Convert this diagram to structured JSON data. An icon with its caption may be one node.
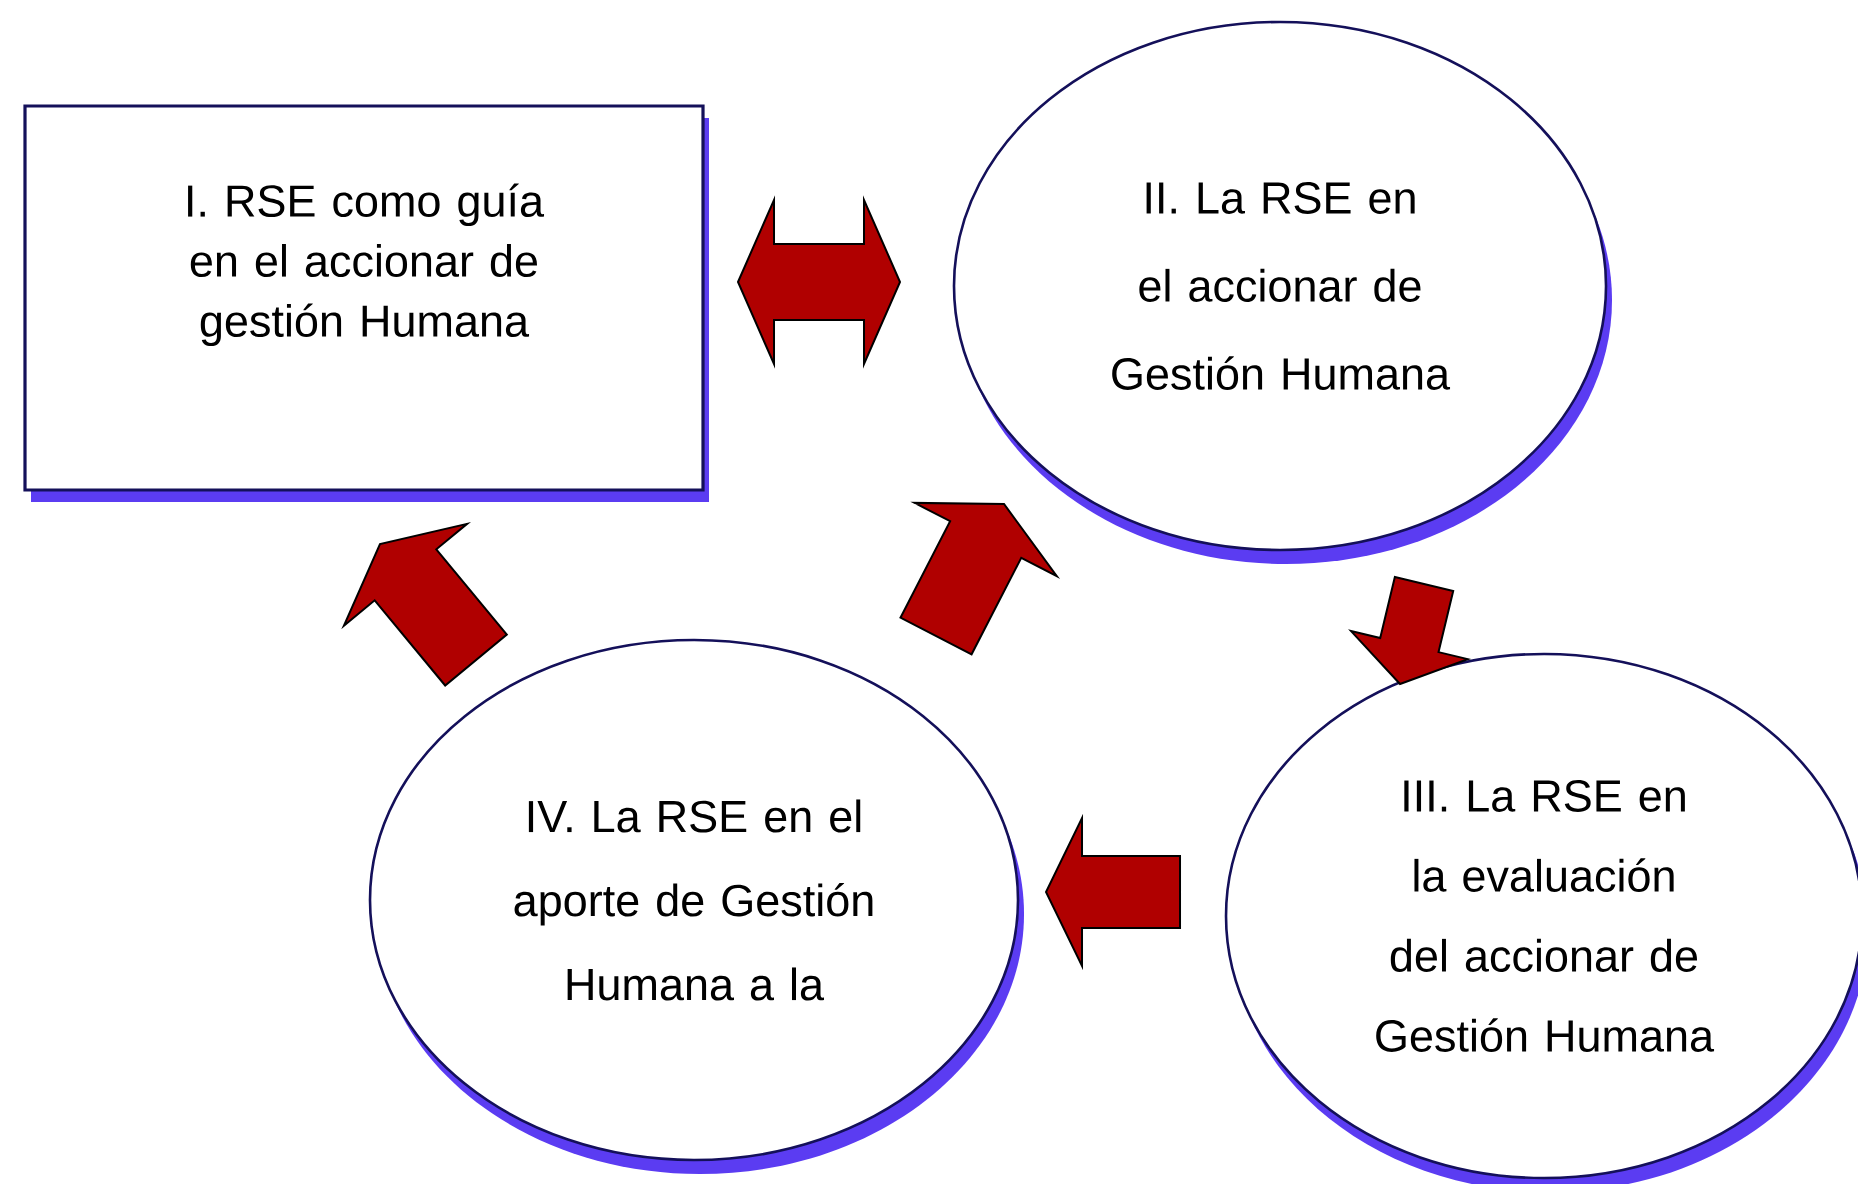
{
  "diagram": {
    "nodes": [
      {
        "text": [
          "I.   RSE como guía en el accionar de gestión Humana"
        ]
      },
      {
        "text": [
          "II. La RSE en el accionar de Gestión Humana"
        ]
      },
      {
        "text": [
          "III. La RSE en la evaluación del accionar de Gestión Humana"
        ]
      },
      {
        "text": [
          "IV. La RSE en el aporte de Gestión Humana a la"
        ]
      }
    ],
    "edges": [
      {
        "from": 0,
        "to": 1,
        "arrow": "both"
      },
      {
        "from": 1,
        "to": 2,
        "arrow": "to"
      },
      {
        "from": 2,
        "to": 3,
        "arrow": "to"
      },
      {
        "from": 3,
        "to": 0,
        "arrow": "to"
      },
      {
        "from": 3,
        "to": 1,
        "arrow": "to"
      }
    ]
  }
}
